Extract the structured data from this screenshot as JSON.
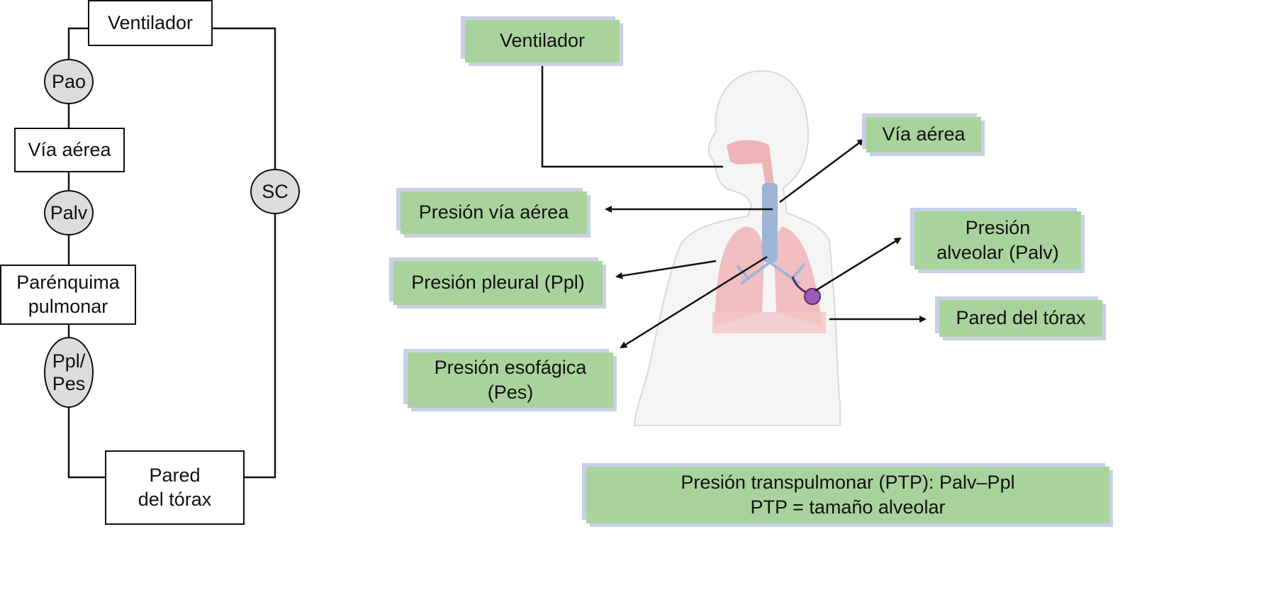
{
  "left_diagram": {
    "ventilator": "Ventilador",
    "pao": "Pao",
    "airway": "Vía aérea",
    "palv": "Palv",
    "parenchyma": "Parénquima pulmonar",
    "ppl_pes": "Ppl/ Pes",
    "chest_wall": "Pared del tórax",
    "sc": "SC"
  },
  "right_diagram": {
    "ventilator": "Ventilador",
    "airway": "Vía aérea",
    "airway_pressure": "Presión vía aérea",
    "pleural_pressure": "Presión pleural (Ppl)",
    "alveolar_pressure": "Presión alveolar (Palv)",
    "chest_wall": "Pared del tórax",
    "esophageal_pressure": "Presión esofágica (Pes)",
    "ptp_line1": "Presión transpulmonar (PTP): Palv–Ppl",
    "ptp_line2": "PTP = tamaño alveolar"
  },
  "colors": {
    "label_green": "#a9d39c",
    "label_shadow": "#c8cfe6",
    "lung": "#eeb3b6",
    "trachea": "#9fb4d8"
  }
}
